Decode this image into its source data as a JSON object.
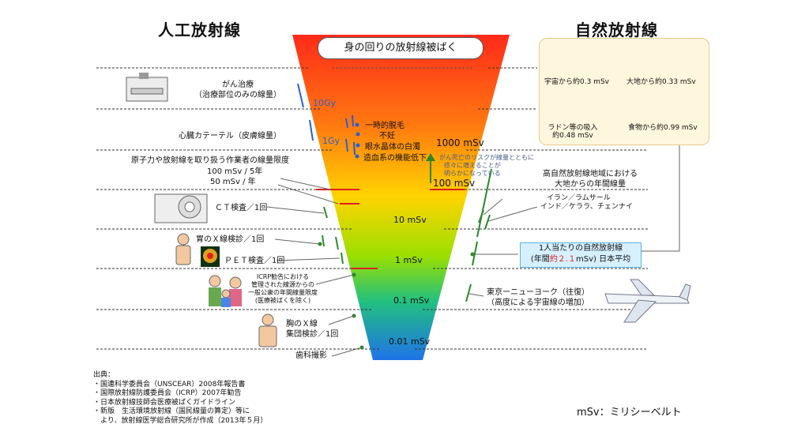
{
  "titles": {
    "artificial": "人工放射線",
    "natural": "自然放射線",
    "center": "身の回りの放射線被ばく"
  },
  "scale_labels": [
    "10Gy",
    "1Gy",
    "1000 mSv",
    "100 mSv",
    "10 mSv",
    "1 mSv",
    "0.1 mSv",
    "0.01 mSv"
  ],
  "effects": [
    "一時的脱毛",
    "不妊",
    "眼水晶体の白濁",
    "造血系の機能低下"
  ],
  "risk_note": [
    "がん死亡のリスクが線量とともに",
    "徐々に増えることが",
    "明らかになっている"
  ],
  "left": {
    "cancer": [
      "がん治療",
      "（治療部位のみの線量）"
    ],
    "cardiac": "心臓カテーテル（皮膚線量）",
    "worker": [
      "原子力や放射線を取り扱う作業者の線量限度",
      "100 mSv / 5年",
      "50 mSv / 年"
    ],
    "ct": "ＣＴ検査／1回",
    "stomach": "胃のＸ線検診／1回",
    "pet": "ＰＥＴ検査／1回",
    "icrp": [
      "ICRP勧告における",
      "管理された線源からの",
      "一般公衆の年間線量限度",
      "(医療被ばくを除く)"
    ],
    "chest": [
      "胸のＸ線",
      "集団検診／1回"
    ],
    "dental": "歯科撮影"
  },
  "right": {
    "high_area": [
      "高自然放射線地域における",
      "大地からの年間線量"
    ],
    "iran": "イラン／ラムサール",
    "india": "インド／ケララ、チェンナイ",
    "annual": [
      "1人当たりの自然放射線",
      "(年間",
      "約２.１",
      "mSv) 日本平均"
    ],
    "flight": [
      "東京ーニューヨーク（往復）",
      "（高度による宇宙線の増加）"
    ]
  },
  "natural": {
    "space": "宇宙から約0.3 mSv",
    "earth": "大地から約0.33 mSv",
    "radon": [
      "ラドン等の吸入",
      "約0.48 mSv"
    ],
    "food": "食物から約0.99 mSv"
  },
  "sources": [
    "出典：",
    "・国連科学委員会（UNSCEAR）2008年報告書",
    "・国際放射線防護委員会（ICRP）2007年勧告",
    "・日本放射線技師会医療被ばくガイドライン",
    "・新版　生活環境放射線（国民線量の算定）等に",
    "　より、放射線医学総合研究所が作成（2013年５月）"
  ],
  "unit_note": "mSv：ミリシーベルト",
  "colors": {
    "blue_mark": "#2a5fd0",
    "red_mark": "#e02020",
    "green_mark": "#2a8a2a",
    "info_border": "#5ab4e8"
  }
}
